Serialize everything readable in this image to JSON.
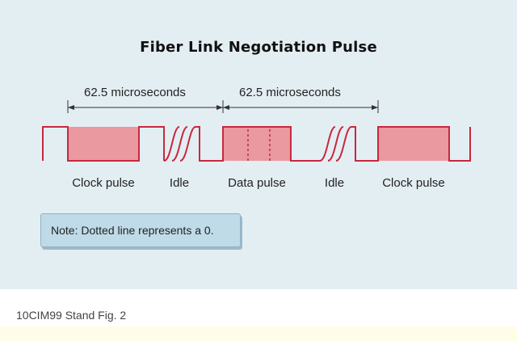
{
  "title": "Fiber Link Negotiation Pulse",
  "dimensions": [
    {
      "label": "62.5 microseconds"
    },
    {
      "label": "62.5 microseconds"
    }
  ],
  "segments": [
    {
      "label": "Clock pulse"
    },
    {
      "label": "Idle"
    },
    {
      "label": "Data pulse"
    },
    {
      "label": "Idle"
    },
    {
      "label": "Clock pulse"
    }
  ],
  "note": "Note: Dotted line represents a 0.",
  "caption": "10CIM99 Stand Fig. 2",
  "colors": {
    "signal_line": "#c8283c",
    "pulse_fill": "#e9999f",
    "panel_bg": "#e3eef3",
    "note_bg": "#bfdbe8"
  }
}
